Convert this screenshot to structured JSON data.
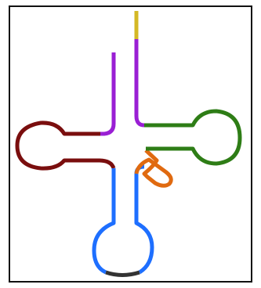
{
  "diagram": {
    "type": "trna-cloverleaf",
    "frame": {
      "border_color": "#111111"
    },
    "segments": [
      {
        "name": "acceptor-stem-tail",
        "color": "#d4b825"
      },
      {
        "name": "five-prime-strand",
        "color": "#9a1fd4"
      },
      {
        "name": "d-arm",
        "color": "#7a0e0e"
      },
      {
        "name": "anticodon-arm",
        "color": "#1e6fff"
      },
      {
        "name": "anticodon-loop",
        "color": "#333333"
      },
      {
        "name": "variable-loop",
        "color": "#e06a10"
      },
      {
        "name": "t-arm",
        "color": "#2e7d16"
      }
    ]
  }
}
